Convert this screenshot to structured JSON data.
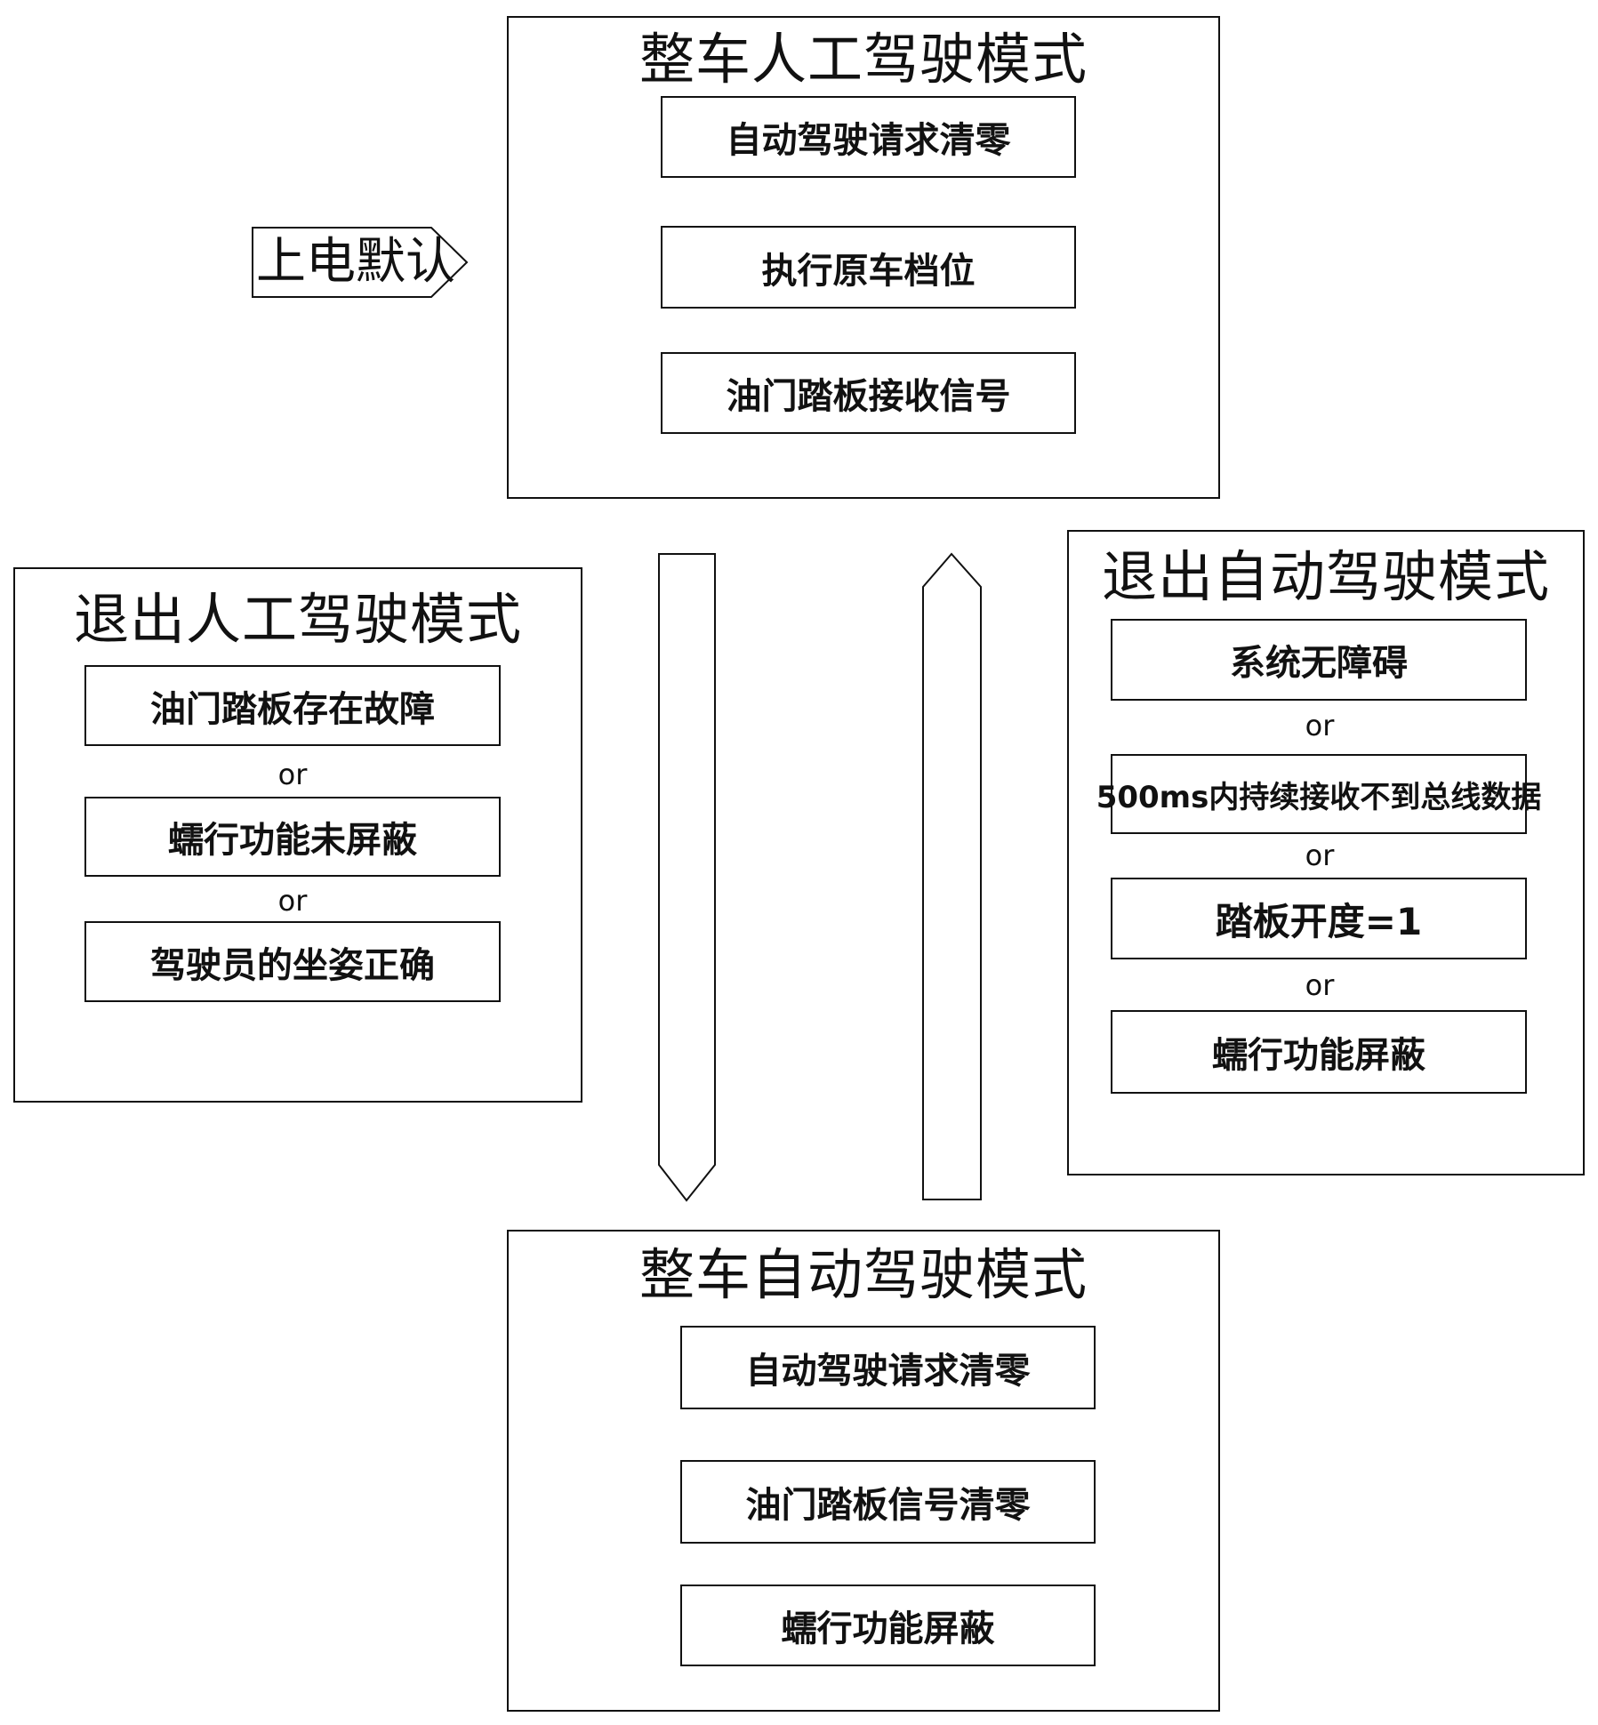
{
  "power_on_default": "上电默认",
  "manual_mode": {
    "title": "整车人工驾驶模式",
    "steps": [
      "自动驾驶请求清零",
      "执行原车档位",
      "油门踏板接收信号"
    ]
  },
  "exit_manual": {
    "title": "退出人工驾驶模式",
    "conditions": [
      "油门踏板存在故障",
      "蠕行功能未屏蔽",
      "驾驶员的坐姿正确"
    ],
    "or_labels": [
      "or",
      "or"
    ]
  },
  "exit_auto": {
    "title": "退出自动驾驶模式",
    "conditions": [
      "系统无障碍",
      "500ms内持续接收不到总线数据",
      "踏板开度=1",
      "蠕行功能屏蔽"
    ],
    "or_labels": [
      "or",
      "or",
      "or"
    ]
  },
  "auto_mode": {
    "title": "整车自动驾驶模式",
    "steps": [
      "自动驾驶请求清零",
      "油门踏板信号清零",
      "蠕行功能屏蔽"
    ]
  },
  "flow_arrows": {
    "manual_to_auto": "down-arrow",
    "auto_to_manual": "up-arrow",
    "power_on": "right-arrow"
  }
}
